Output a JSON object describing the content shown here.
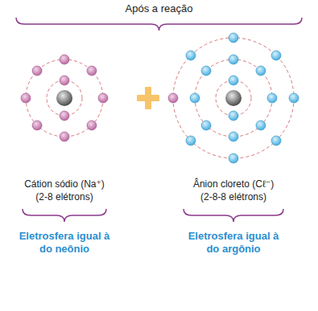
{
  "diagram": {
    "title": "Após a reação",
    "labels": [
      "Cátion sódio (Na⁺)",
      "(2-8 elétrons)",
      "Ânion cloreto (Cℓ⁻)",
      "(2-8-8 elétrons)",
      "Eletrosfera igual à do neônio",
      "Eletrosfera igual à do argônio"
    ]
  }
}
